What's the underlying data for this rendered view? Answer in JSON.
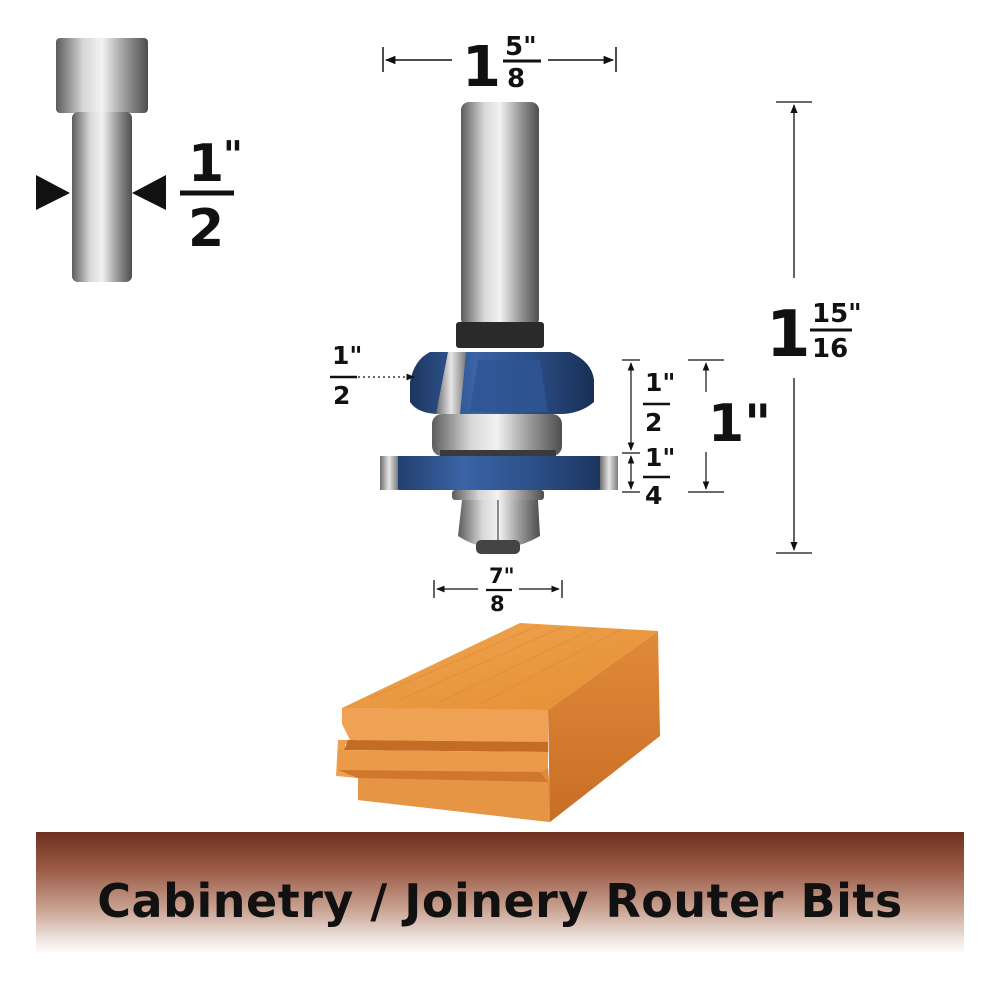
{
  "shank_diameter": {
    "whole": "1",
    "numerator": "\"",
    "denominator": "2"
  },
  "overall_diameter": {
    "whole": "1",
    "numerator": "5\"",
    "denominator": "8"
  },
  "overall_length": {
    "whole": "1",
    "numerator": "15\"",
    "denominator": "16"
  },
  "groove_depth": {
    "numerator": "1\"",
    "denominator": "2"
  },
  "upper_cut_height": {
    "numerator": "1\"",
    "denominator": "2"
  },
  "lower_cut_height": {
    "numerator": "1\"",
    "denominator": "4"
  },
  "cut_height_total": {
    "label": "1\""
  },
  "bearing_diameter": {
    "numerator": "7\"",
    "denominator": "8"
  },
  "banner": {
    "title": "Cabinetry / Joinery Router Bits"
  },
  "colors": {
    "cutter_blue": "#2d4f86",
    "banner_brown": "#6e2f1e",
    "wood": "#e79a45"
  }
}
